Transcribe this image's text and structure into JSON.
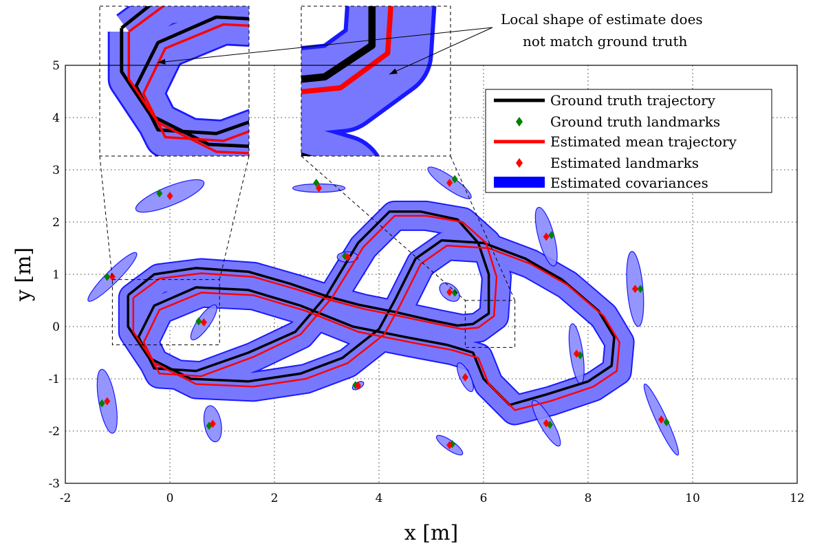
{
  "chart_data": {
    "type": "line",
    "xlabel": "x [m]",
    "ylabel": "y [m]",
    "xlim": [
      -2,
      12
    ],
    "ylim": [
      -3,
      5
    ],
    "xticks": [
      -2,
      0,
      2,
      4,
      6,
      8,
      10,
      12
    ],
    "yticks": [
      -3,
      -2,
      -1,
      0,
      1,
      2,
      3,
      4,
      5
    ],
    "grid": true,
    "legend_position": "top-right",
    "annotation": [
      "Local shape of estimate does",
      "not match ground truth"
    ],
    "colors": {
      "ground_truth": "#000000",
      "estimate": "#ff0000",
      "gt_landmark": "#008000",
      "est_landmark": "#ff0000",
      "covariance_fill": "#8a8aff",
      "covariance_edge": "#0000ff"
    },
    "legend": [
      {
        "label": "Ground truth trajectory",
        "kind": "gt-line"
      },
      {
        "label": "Ground truth landmarks",
        "kind": "gt-marker"
      },
      {
        "label": "Estimated mean trajectory",
        "kind": "est-line"
      },
      {
        "label": "Estimated landmarks",
        "kind": "est-marker"
      },
      {
        "label": "Estimated covariances",
        "kind": "cov-patch"
      }
    ],
    "ground_truth_trajectory": [
      [
        -0.8,
        0.6
      ],
      [
        -0.3,
        1.0
      ],
      [
        0.5,
        1.12
      ],
      [
        1.5,
        1.05
      ],
      [
        2.3,
        0.82
      ],
      [
        3.0,
        0.58
      ],
      [
        3.6,
        0.42
      ],
      [
        4.3,
        0.28
      ],
      [
        5.0,
        0.12
      ],
      [
        5.5,
        0.02
      ],
      [
        5.8,
        0.05
      ],
      [
        6.1,
        0.25
      ],
      [
        6.1,
        1.0
      ],
      [
        5.9,
        1.6
      ],
      [
        5.5,
        2.05
      ],
      [
        4.8,
        2.2
      ],
      [
        4.2,
        2.2
      ],
      [
        3.6,
        1.6
      ],
      [
        3.0,
        0.6
      ],
      [
        2.4,
        -0.1
      ],
      [
        1.5,
        -0.5
      ],
      [
        0.5,
        -0.85
      ],
      [
        -0.3,
        -0.8
      ],
      [
        -0.6,
        -0.2
      ],
      [
        -0.3,
        0.4
      ],
      [
        0.5,
        0.75
      ],
      [
        1.5,
        0.7
      ],
      [
        2.5,
        0.4
      ],
      [
        3.5,
        0.0
      ],
      [
        4.5,
        -0.2
      ],
      [
        5.3,
        -0.35
      ],
      [
        5.8,
        -0.5
      ],
      [
        6.0,
        -1.0
      ],
      [
        6.5,
        -1.5
      ],
      [
        7.2,
        -1.3
      ],
      [
        8.0,
        -1.05
      ],
      [
        8.45,
        -0.75
      ],
      [
        8.5,
        -0.2
      ],
      [
        8.2,
        0.3
      ],
      [
        7.5,
        0.9
      ],
      [
        6.8,
        1.3
      ],
      [
        6.0,
        1.6
      ],
      [
        5.2,
        1.65
      ],
      [
        4.7,
        1.3
      ],
      [
        4.3,
        0.5
      ],
      [
        4.0,
        -0.05
      ],
      [
        3.3,
        -0.6
      ],
      [
        2.5,
        -0.9
      ],
      [
        1.5,
        -1.05
      ],
      [
        0.4,
        -1.0
      ],
      [
        -0.4,
        -0.6
      ],
      [
        -0.8,
        0.0
      ],
      [
        -0.8,
        0.6
      ]
    ],
    "estimated_mean_trajectory": [
      [
        -0.7,
        0.55
      ],
      [
        -0.2,
        0.92
      ],
      [
        0.6,
        1.02
      ],
      [
        1.6,
        0.95
      ],
      [
        2.4,
        0.72
      ],
      [
        3.1,
        0.5
      ],
      [
        3.7,
        0.34
      ],
      [
        4.4,
        0.2
      ],
      [
        5.1,
        0.05
      ],
      [
        5.6,
        -0.05
      ],
      [
        5.9,
        -0.02
      ],
      [
        6.2,
        0.2
      ],
      [
        6.25,
        0.95
      ],
      [
        6.05,
        1.6
      ],
      [
        5.6,
        2.0
      ],
      [
        4.9,
        2.12
      ],
      [
        4.3,
        2.12
      ],
      [
        3.7,
        1.52
      ],
      [
        3.1,
        0.55
      ],
      [
        2.5,
        -0.15
      ],
      [
        1.6,
        -0.58
      ],
      [
        0.6,
        -0.95
      ],
      [
        -0.2,
        -0.9
      ],
      [
        -0.5,
        -0.3
      ],
      [
        -0.2,
        0.32
      ],
      [
        0.6,
        0.65
      ],
      [
        1.6,
        0.6
      ],
      [
        2.6,
        0.3
      ],
      [
        3.6,
        -0.1
      ],
      [
        4.6,
        -0.3
      ],
      [
        5.4,
        -0.45
      ],
      [
        5.9,
        -0.6
      ],
      [
        6.1,
        -1.1
      ],
      [
        6.6,
        -1.6
      ],
      [
        7.3,
        -1.42
      ],
      [
        8.1,
        -1.15
      ],
      [
        8.55,
        -0.85
      ],
      [
        8.6,
        -0.3
      ],
      [
        8.3,
        0.2
      ],
      [
        7.6,
        0.8
      ],
      [
        6.9,
        1.2
      ],
      [
        6.1,
        1.5
      ],
      [
        5.3,
        1.55
      ],
      [
        4.8,
        1.2
      ],
      [
        4.4,
        0.4
      ],
      [
        4.1,
        -0.15
      ],
      [
        3.4,
        -0.7
      ],
      [
        2.6,
        -1.0
      ],
      [
        1.6,
        -1.15
      ],
      [
        0.5,
        -1.1
      ],
      [
        -0.3,
        -0.7
      ],
      [
        -0.7,
        -0.1
      ],
      [
        -0.7,
        0.55
      ]
    ],
    "landmarks": [
      {
        "gt": [
          -0.2,
          2.55
        ],
        "est": [
          0.0,
          2.5
        ],
        "cov": {
          "rx": 0.7,
          "ry": 0.18,
          "angle": 22
        }
      },
      {
        "gt": [
          2.8,
          2.75
        ],
        "est": [
          2.85,
          2.65
        ],
        "cov": {
          "rx": 0.5,
          "ry": 0.08,
          "angle": 0
        }
      },
      {
        "gt": [
          5.45,
          2.82
        ],
        "est": [
          5.35,
          2.75
        ],
        "cov": {
          "rx": 0.5,
          "ry": 0.12,
          "angle": -35
        }
      },
      {
        "gt": [
          7.3,
          1.75
        ],
        "est": [
          7.2,
          1.72
        ],
        "cov": {
          "rx": 0.58,
          "ry": 0.15,
          "angle": -75
        }
      },
      {
        "gt": [
          9.0,
          0.72
        ],
        "est": [
          8.9,
          0.72
        ],
        "cov": {
          "rx": 0.72,
          "ry": 0.15,
          "angle": -85
        }
      },
      {
        "gt": [
          -1.2,
          0.95
        ],
        "est": [
          -1.1,
          0.95
        ],
        "cov": {
          "rx": 0.65,
          "ry": 0.12,
          "angle": 45
        }
      },
      {
        "gt": [
          0.55,
          0.1
        ],
        "est": [
          0.65,
          0.08
        ],
        "cov": {
          "rx": 0.4,
          "ry": 0.12,
          "angle": 55
        }
      },
      {
        "gt": [
          3.35,
          1.35
        ],
        "est": [
          3.4,
          1.33
        ],
        "cov": {
          "rx": 0.2,
          "ry": 0.1,
          "angle": 0
        }
      },
      {
        "gt": [
          5.45,
          0.65
        ],
        "est": [
          5.35,
          0.66
        ],
        "cov": {
          "rx": 0.22,
          "ry": 0.14,
          "angle": -40
        }
      },
      {
        "gt": [
          7.85,
          -0.55
        ],
        "est": [
          7.78,
          -0.52
        ],
        "cov": {
          "rx": 0.58,
          "ry": 0.12,
          "angle": -82
        }
      },
      {
        "gt": [
          5.65,
          -0.97
        ],
        "est": [
          5.65,
          -0.97
        ],
        "cov": {
          "rx": 0.3,
          "ry": 0.1,
          "angle": -65
        }
      },
      {
        "gt": [
          3.55,
          -1.12
        ],
        "est": [
          3.6,
          -1.13
        ],
        "cov": {
          "rx": 0.12,
          "ry": 0.06,
          "angle": 30
        }
      },
      {
        "gt": [
          -1.3,
          -1.47
        ],
        "est": [
          -1.2,
          -1.43
        ],
        "cov": {
          "rx": 0.62,
          "ry": 0.16,
          "angle": -80
        }
      },
      {
        "gt": [
          0.75,
          -1.9
        ],
        "est": [
          0.82,
          -1.86
        ],
        "cov": {
          "rx": 0.35,
          "ry": 0.16,
          "angle": -80
        }
      },
      {
        "gt": [
          7.27,
          -1.88
        ],
        "est": [
          7.2,
          -1.85
        ],
        "cov": {
          "rx": 0.5,
          "ry": 0.12,
          "angle": -60
        }
      },
      {
        "gt": [
          9.5,
          -1.83
        ],
        "est": [
          9.4,
          -1.78
        ],
        "cov": {
          "rx": 0.75,
          "ry": 0.1,
          "angle": -65
        }
      },
      {
        "gt": [
          5.4,
          -2.25
        ],
        "est": [
          5.35,
          -2.27
        ],
        "cov": {
          "rx": 0.3,
          "ry": 0.09,
          "angle": -35
        }
      }
    ],
    "zoom_boxes": [
      {
        "region": [
          -1.1,
          0.95,
          -0.35,
          0.9
        ]
      },
      {
        "region": [
          5.65,
          6.6,
          -0.4,
          0.5
        ]
      }
    ]
  }
}
